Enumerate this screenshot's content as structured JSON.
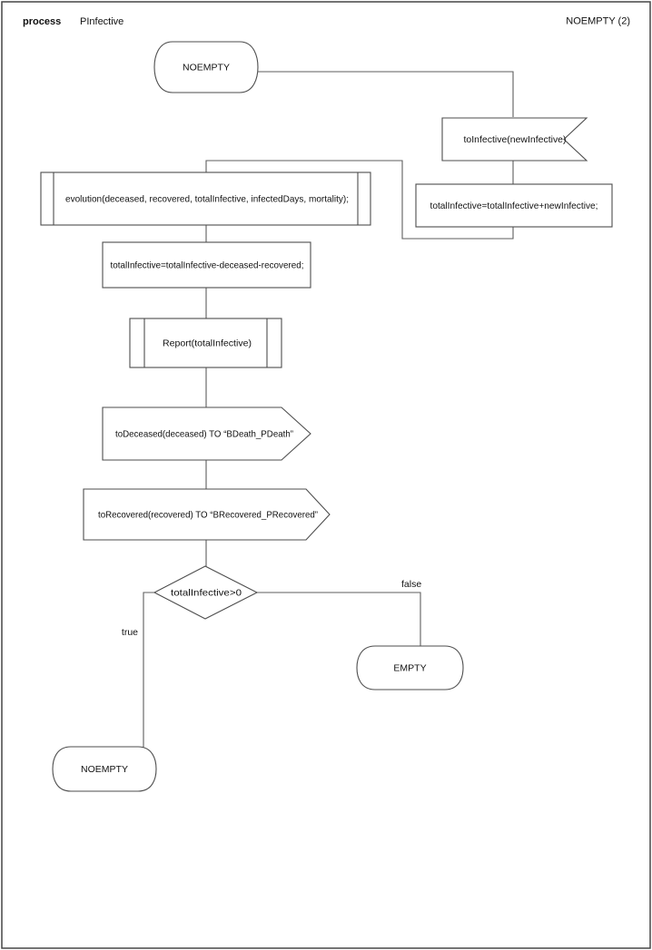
{
  "header": {
    "kind_label": "process",
    "process_name": "PInfective",
    "page_ref": "NOEMPTY (2)"
  },
  "colors": {
    "background": "#ffffff",
    "shape_stroke": "#4d4d4d",
    "connector_stroke": "#5e5e5e",
    "text": "#111111",
    "page_border": "#454545"
  },
  "diagram": {
    "type": "sdl-process-flowchart",
    "nodes": [
      {
        "id": "state_noempty_start",
        "type": "state",
        "label": "NOEMPTY"
      },
      {
        "id": "input_toinfective",
        "type": "input-signal",
        "label": "toInfective(newInfective)"
      },
      {
        "id": "task_add",
        "type": "task",
        "label": "totalInfective=totalInfective+newInfective;"
      },
      {
        "id": "proc_evolution",
        "type": "procedure-call",
        "label": "evolution(deceased, recovered, totalInfective, infectedDays, mortality);"
      },
      {
        "id": "task_sub",
        "type": "task",
        "label": "totalInfective=totalInfective-deceased-recovered;"
      },
      {
        "id": "proc_report",
        "type": "procedure-call",
        "label": "Report(totalInfective)"
      },
      {
        "id": "output_todeceased",
        "type": "output-signal",
        "label": "toDeceased(deceased) TO “BDeath_PDeath”"
      },
      {
        "id": "output_torecovered",
        "type": "output-signal",
        "label": "toRecovered(recovered) TO “BRecovered_PRecovered”"
      },
      {
        "id": "decision_totalinfective",
        "type": "decision",
        "label": "totalInfective>0"
      },
      {
        "id": "state_empty",
        "type": "state",
        "label": "EMPTY"
      },
      {
        "id": "state_noempty_end",
        "type": "state",
        "label": "NOEMPTY"
      }
    ],
    "branch_labels": {
      "true_label": "true",
      "false_label": "false"
    },
    "edges": [
      {
        "from": "state_noempty_start",
        "to": "input_toinfective",
        "label": ""
      },
      {
        "from": "input_toinfective",
        "to": "task_add",
        "label": ""
      },
      {
        "from": "task_add",
        "to": "proc_evolution",
        "label": ""
      },
      {
        "from": "proc_evolution",
        "to": "task_sub",
        "label": ""
      },
      {
        "from": "task_sub",
        "to": "proc_report",
        "label": ""
      },
      {
        "from": "proc_report",
        "to": "output_todeceased",
        "label": ""
      },
      {
        "from": "output_todeceased",
        "to": "output_torecovered",
        "label": ""
      },
      {
        "from": "output_torecovered",
        "to": "decision_totalinfective",
        "label": ""
      },
      {
        "from": "decision_totalinfective",
        "to": "state_noempty_end",
        "label": "true"
      },
      {
        "from": "decision_totalinfective",
        "to": "state_empty",
        "label": "false"
      }
    ]
  }
}
